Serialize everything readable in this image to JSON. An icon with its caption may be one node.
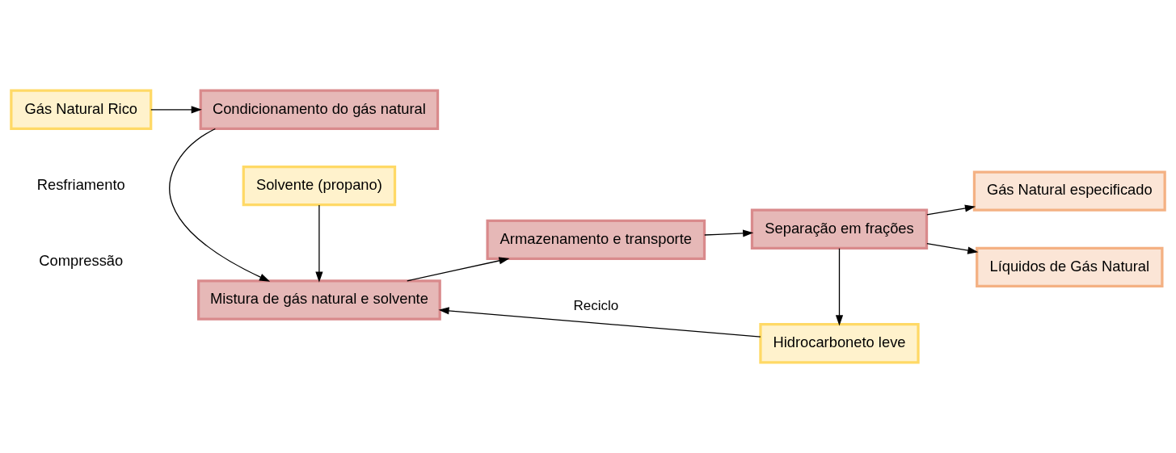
{
  "diagram": {
    "nodes": [
      {
        "text": [
          "Gás Natural Rico"
        ]
      },
      {
        "text": [
          "Condicionamento do gás natural"
        ]
      },
      {
        "text": [
          "Mistura de gás natural e solvente"
        ]
      },
      {
        "text": [
          "Armazenamento e transporte"
        ]
      },
      {
        "text": [
          "Separação em frações"
        ]
      },
      {
        "text": [
          "Gás Natural especificado"
        ]
      },
      {
        "text": [
          "Líquidos de Gás Natural"
        ]
      },
      {
        "text": [
          "Hidrocarboneto leve"
        ]
      },
      {
        "text": [
          "Solvente (propano)"
        ]
      }
    ],
    "edges": [
      {
        "from": 0,
        "to": 1,
        "arrow": "to"
      },
      {
        "from": 1,
        "to": 2,
        "arrow": "to"
      },
      {
        "from": 2,
        "to": 3,
        "arrow": "to"
      },
      {
        "from": 3,
        "to": 4,
        "arrow": "to"
      },
      {
        "from": 4,
        "to": 5,
        "arrow": "to"
      },
      {
        "from": 4,
        "to": 6,
        "arrow": "to"
      },
      {
        "from": 4,
        "to": 7,
        "arrow": "to"
      },
      {
        "from": 7,
        "to": 2,
        "arrow": "to",
        "label": "Reciclo"
      },
      {
        "from": 8,
        "to": 2,
        "arrow": "to"
      }
    ],
    "labels": [
      "Resfriamento",
      "Compressão"
    ]
  }
}
